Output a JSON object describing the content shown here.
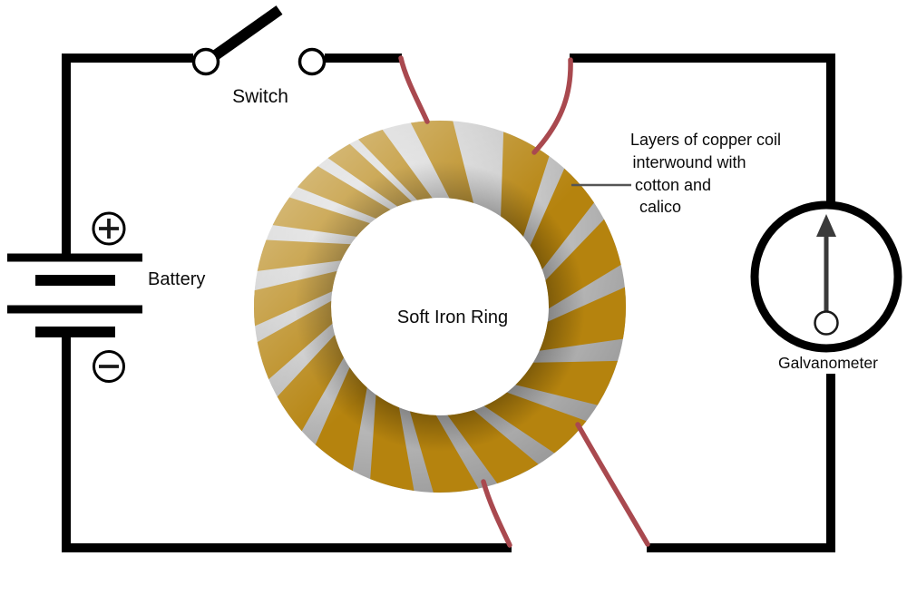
{
  "labels": {
    "switch": "Switch",
    "battery": "Battery",
    "soft_iron_ring": "Soft Iron Ring",
    "galvanometer": "Galvanometer",
    "coil_note_lines": [
      "Layers of copper coil",
      "interwound with",
      "cotton and",
      "calico"
    ]
  },
  "icons": {
    "battery_positive_terminal": "plus-in-circle",
    "battery_negative_terminal": "minus-in-circle",
    "switch_contacts": "open-knife-switch",
    "galvanometer_needle": "up-arrow"
  },
  "colors": {
    "circuit": "#000000",
    "coil_copper": "#b5830e",
    "lead_wire_red": "#a9494f",
    "ring_gray": "#c0c0c0",
    "pointer_line": "#555555",
    "background": "#ffffff"
  }
}
